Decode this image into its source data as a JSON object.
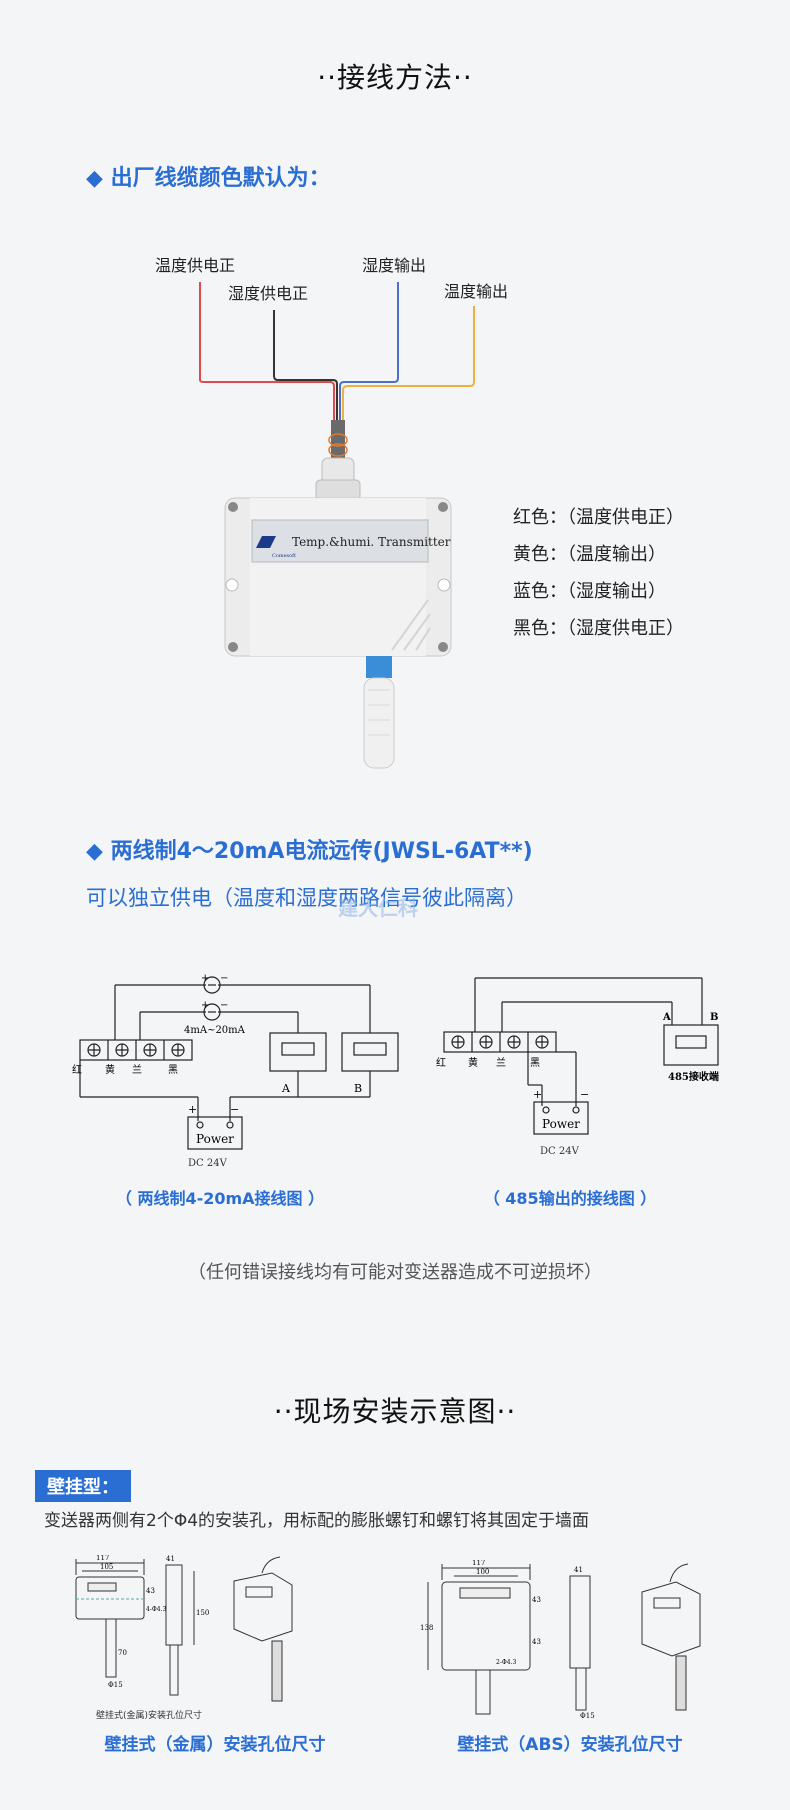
{
  "wiring": {
    "title": "··接线方法··",
    "factory_heading": "◆ 出厂线缆颜色默认为：",
    "wire_labels": [
      "温度供电正",
      "湿度供电正",
      "湿度输出",
      "温度输出"
    ],
    "device_label": "Temp.&humi. Transmitter",
    "brand_small": "Comesoft",
    "color_map": [
      {
        "color": "红色：",
        "meaning": "（温度供电正）"
      },
      {
        "color": "黄色：",
        "meaning": "（温度输出）"
      },
      {
        "color": "蓝色：",
        "meaning": "（湿度输出）"
      },
      {
        "color": "黑色：",
        "meaning": "（湿度供电正）"
      }
    ],
    "colors": {
      "red": "#e04a4a",
      "yellow": "#f0b040",
      "blue": "#4a6fd0",
      "black": "#333333",
      "accent": "#2a6ed4"
    }
  },
  "two_wire": {
    "heading": "◆ 两线制4～20mA电流远传(JWSL-6AT**)",
    "desc": "可以独立供电（温度和湿度两路信号彼此隔离）",
    "watermark": "建大仁科",
    "diagram1": {
      "current_label": "4mA~20mA",
      "terminals": [
        "红",
        "黄",
        "兰",
        "黑"
      ],
      "meter_a": "A",
      "meter_b": "B",
      "power": "Power",
      "plus": "+",
      "minus": "−",
      "dc": "DC 24V",
      "caption": "（ 两线制4-20mA接线图 ）"
    },
    "diagram2": {
      "terminals": [
        "红",
        "黄",
        "兰",
        "黑"
      ],
      "a": "A",
      "b": "B",
      "receiver": "485接收端",
      "power": "Power",
      "plus": "+",
      "minus": "−",
      "dc": "DC 24V",
      "caption": "（ 485输出的接线图 ）"
    },
    "warning": "（任何错误接线均有可能对变送器造成不可逆损坏）"
  },
  "install": {
    "title": "··现场安装示意图··",
    "tag": "壁挂型：",
    "desc": "变送器两侧有2个Φ4的安装孔，用标配的膨胀螺钉和螺钉将其固定于墙面",
    "left": {
      "dims": [
        "117",
        "105",
        "41",
        "43",
        "4-Φ4.3",
        "150",
        "70",
        "Φ15"
      ],
      "small_caption": "壁挂式(金属)安装孔位尺寸",
      "caption": "壁挂式（金属）安装孔位尺寸"
    },
    "right": {
      "dims": [
        "117",
        "100",
        "41",
        "43",
        "138",
        "43",
        "2-Φ4.3",
        "Φ15"
      ],
      "caption": "壁挂式（ABS）安装孔位尺寸"
    }
  }
}
